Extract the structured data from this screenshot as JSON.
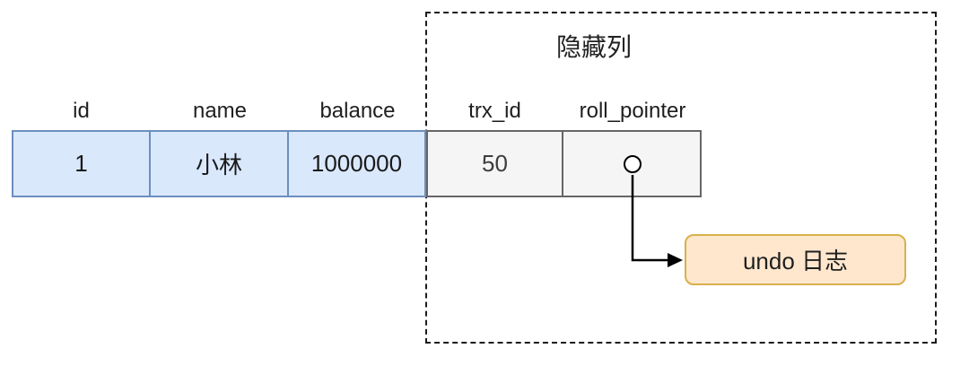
{
  "diagram_type": "database-row-hidden-columns",
  "hidden_section": {
    "label": "隐藏列"
  },
  "record_table": {
    "columns": [
      {
        "header": "id",
        "value": "1",
        "kind": "visible"
      },
      {
        "header": "name",
        "value": "小林",
        "kind": "visible"
      },
      {
        "header": "balance",
        "value": "1000000",
        "kind": "visible"
      },
      {
        "header": "trx_id",
        "value": "50",
        "kind": "hidden"
      },
      {
        "header": "roll_pointer",
        "value": "",
        "kind": "hidden"
      }
    ]
  },
  "undo": {
    "label": "undo 日志"
  },
  "colors": {
    "visible_cell_fill": "#dae8fc",
    "visible_cell_border": "#6c8ebf",
    "hidden_cell_fill": "#f5f5f5",
    "hidden_cell_border": "#666666",
    "undo_fill": "#ffe7cd",
    "undo_border": "#d8b04c",
    "arrow_color": "#000000"
  }
}
